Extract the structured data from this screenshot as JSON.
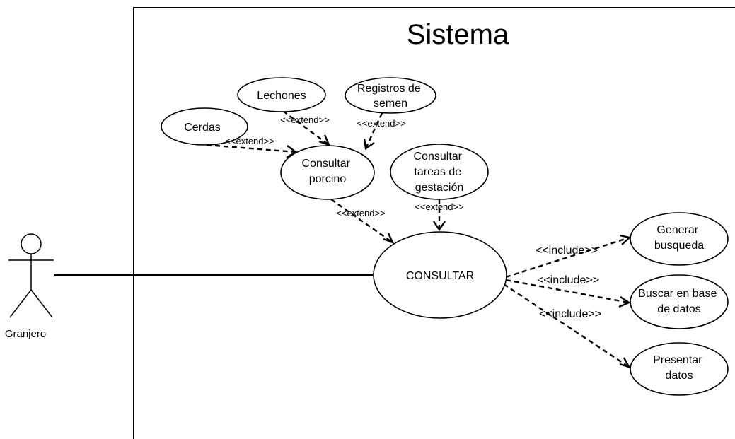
{
  "system": {
    "title": "Sistema"
  },
  "actor": {
    "name": "Granjero"
  },
  "use_cases": {
    "cerdas": [
      "Cerdas"
    ],
    "lechones": [
      "Lechones"
    ],
    "registros": [
      "Registros de",
      "semen"
    ],
    "porcino": [
      "Consultar",
      "porcino"
    ],
    "gestacion": [
      "Consultar",
      "tareas de",
      "gestación"
    ],
    "consultar": [
      "CONSULTAR"
    ],
    "generar": [
      "Generar",
      "busqueda"
    ],
    "buscar": [
      "Buscar en base",
      "de datos"
    ],
    "presentar": [
      "Presentar",
      "datos"
    ]
  },
  "relations": {
    "cerdas_porcino": "<<extend>>",
    "lechones_porcino": "<<extend>>",
    "registros_porcino": "<<extend>>",
    "porcino_consultar": "<<extend>>",
    "gestacion_consultar": "<<extend>>",
    "consultar_generar": "<<include>>",
    "consultar_buscar": "<<include>>",
    "consultar_presentar": "<<include>>"
  }
}
